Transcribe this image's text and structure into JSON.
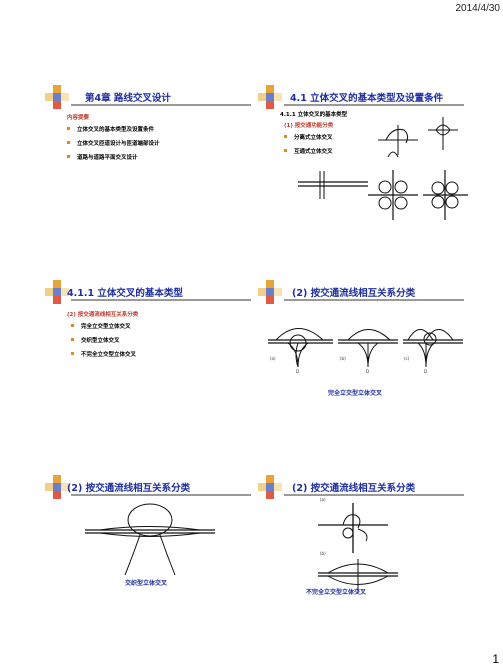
{
  "date": "2014/4/30",
  "page_number": "1",
  "slides": [
    {
      "title": "第4章  路线交叉设计",
      "subtitle": "内容提要",
      "bullets": [
        "立体交叉的基本类型及设置条件",
        "立体交叉匝道设计与匝道端部设计",
        "道路与道路平面交叉设计"
      ]
    },
    {
      "title": "4.1  立体交叉的基本类型及设置条件",
      "subtitle": "4.1.1  立体交叉的基本类型",
      "subtitle2": "(1) 按交通功能分类",
      "bullets": [
        "分离式立体交叉",
        "互通式立体交叉"
      ]
    },
    {
      "title": "4.1.1  立体交叉的基本类型",
      "subtitle": "(2)  按交通流线相互关系分类",
      "bullets": [
        "完全立交型立体交叉",
        "交织型立体交叉",
        "不完全立交型立体交叉"
      ]
    },
    {
      "title": "(2)  按交通流线相互关系分类",
      "caption": "完全立交型立体交叉",
      "labels": [
        "(a)",
        "(b)",
        "(c)",
        "D"
      ]
    },
    {
      "title": "(2)  按交通流线相互关系分类",
      "caption": "交织型立体交叉"
    },
    {
      "title": "(2)  按交通流线相互关系分类",
      "caption": "不完全立交型立体交叉",
      "labels": [
        "(a)",
        "(b)"
      ]
    }
  ],
  "colors": {
    "title": "#1e2fa0",
    "accent_red": "#c0392b",
    "bullet": "#e08a1e",
    "rule": "#9a9a9a"
  }
}
